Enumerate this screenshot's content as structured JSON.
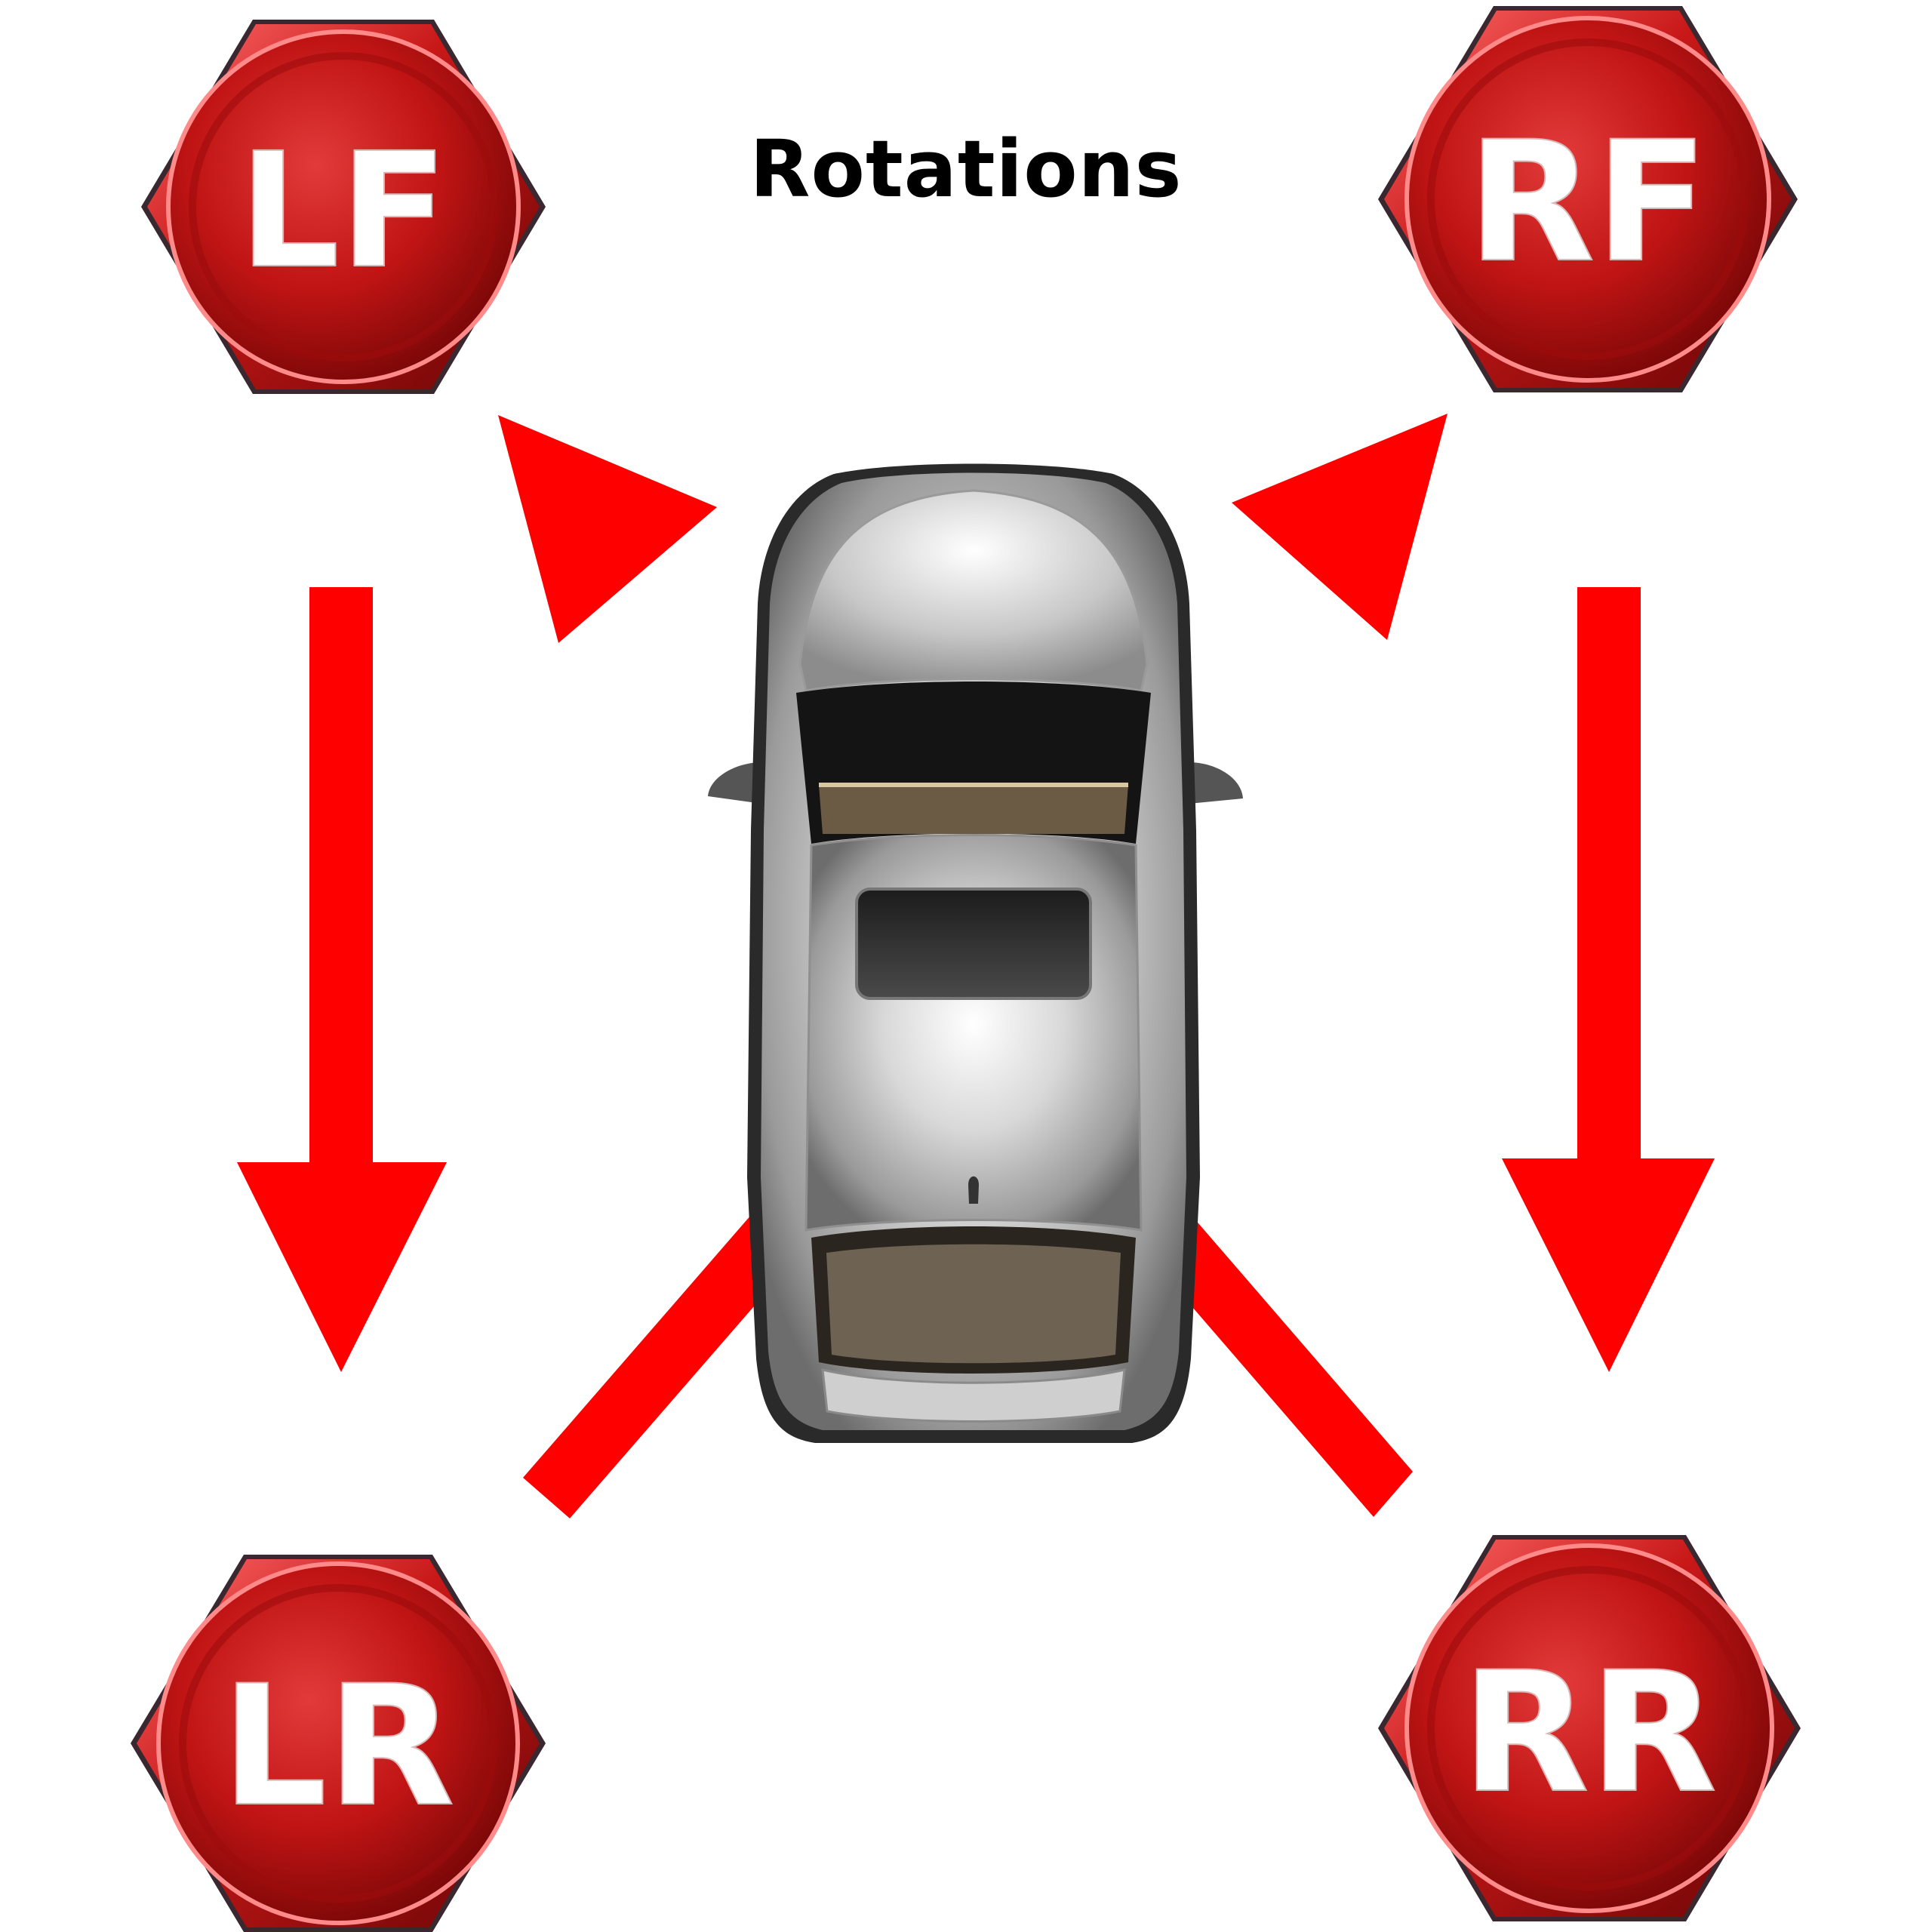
{
  "title": "Rotations",
  "colors": {
    "arrow": "#ff0000",
    "cap_light": "#e23a3a",
    "cap_mid": "#c01414",
    "cap_dark": "#7a0707",
    "label": "#ffffff"
  },
  "positions": [
    {
      "id": "lf",
      "label": "LF",
      "name": "left-front"
    },
    {
      "id": "rf",
      "label": "RF",
      "name": "right-front"
    },
    {
      "id": "lr",
      "label": "LR",
      "name": "left-rear"
    },
    {
      "id": "rr",
      "label": "RR",
      "name": "right-rear"
    }
  ],
  "rotation": [
    {
      "from": "lf",
      "to": "lr"
    },
    {
      "from": "rf",
      "to": "rr"
    },
    {
      "from": "lr",
      "to": "rf"
    },
    {
      "from": "rr",
      "to": "lf"
    }
  ],
  "icons": {
    "car": "car-top-view-icon",
    "cap": "hex-valve-cap-icon",
    "arrow": "red-arrow"
  }
}
